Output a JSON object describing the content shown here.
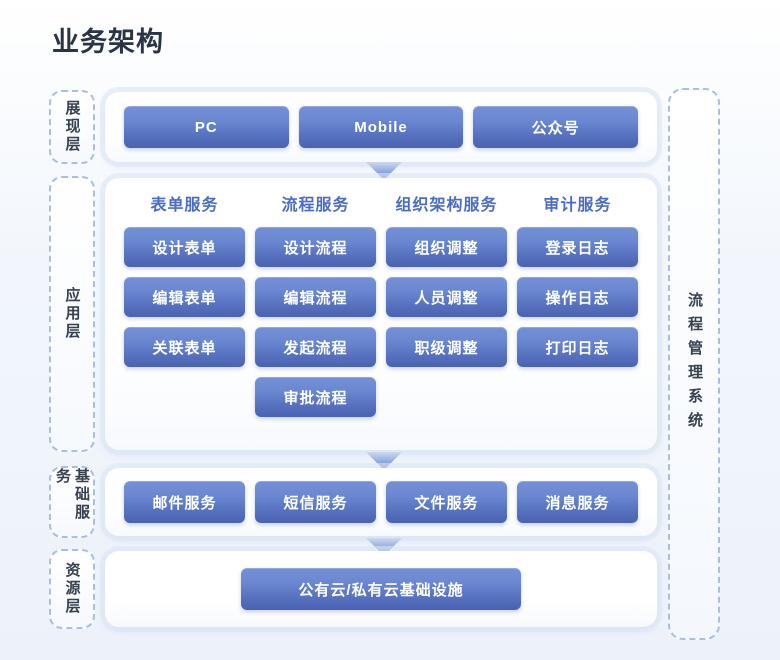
{
  "page": {
    "title": "业务架构"
  },
  "layers": [
    {
      "key": "presentation",
      "label": "展现层"
    },
    {
      "key": "application",
      "label": "应用层"
    },
    {
      "key": "basic",
      "label": "基础服务"
    },
    {
      "key": "resource",
      "label": "资源层"
    }
  ],
  "system": {
    "label": "流程管理系统"
  },
  "presentation": {
    "items": [
      "PC",
      "Mobile",
      "公众号"
    ]
  },
  "application": {
    "columns": [
      {
        "title": "表单服务",
        "items": [
          "设计表单",
          "编辑表单",
          "关联表单"
        ]
      },
      {
        "title": "流程服务",
        "items": [
          "设计流程",
          "编辑流程",
          "发起流程",
          "审批流程"
        ]
      },
      {
        "title": "组织架构服务",
        "items": [
          "组织调整",
          "人员调整",
          "职级调整"
        ]
      },
      {
        "title": "审计服务",
        "items": [
          "登录日志",
          "操作日志",
          "打印日志"
        ]
      }
    ]
  },
  "basic": {
    "items": [
      "邮件服务",
      "短信服务",
      "文件服务",
      "消息服务"
    ]
  },
  "resource": {
    "items": [
      "公有云/私有云基础设施"
    ]
  },
  "colors": {
    "background": "#edf2fa",
    "panel": "#ffffff",
    "pill_top": "#7490d6",
    "pill_bottom": "#4b63b1",
    "pill_text": "#ffffff",
    "column_title": "#4b6cc3",
    "label_text": "#36404f",
    "label_border": "#a9bee0",
    "title_text": "#2b3445",
    "arrow": "#7f9bdb"
  },
  "icons": {
    "arrow": "chevron-down-icon"
  }
}
